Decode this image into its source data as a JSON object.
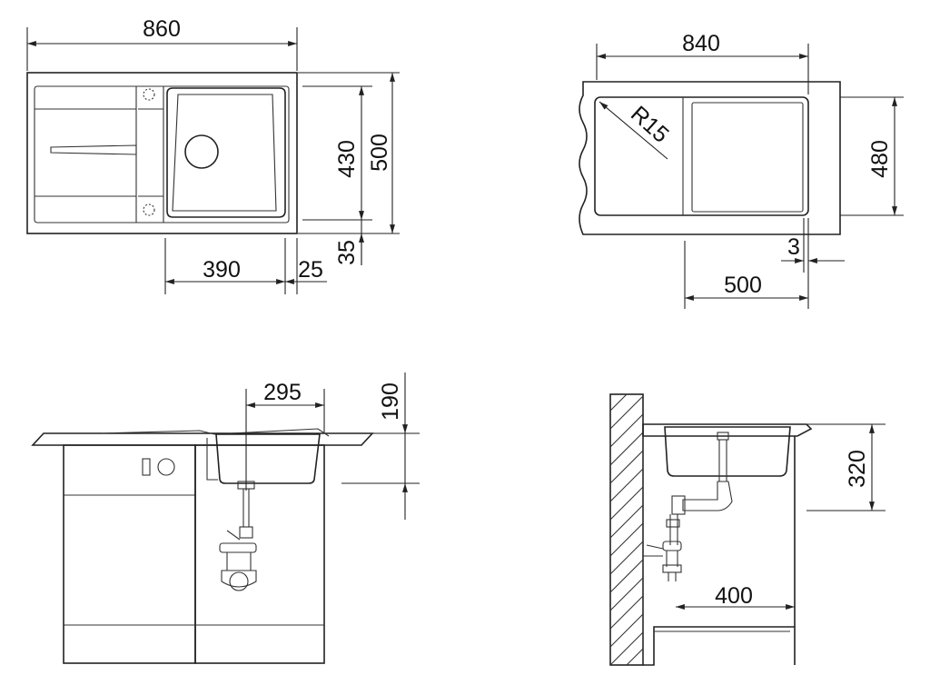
{
  "top_left_view": {
    "overall_width": "860",
    "bowl_height": "430",
    "overall_depth": "500",
    "bowl_width": "390",
    "bowl_edge_offset": "25",
    "bowl_bottom_offset": "35"
  },
  "top_right_view": {
    "cutout_width": "840",
    "corner_radius": "R15",
    "cutout_depth": "480",
    "edge_gap": "3",
    "cabinet_min": "500"
  },
  "bottom_left_view": {
    "drain_offset": "295",
    "bowl_depth": "190"
  },
  "bottom_right_view": {
    "drain_height": "320",
    "cabinet_width": "400"
  }
}
